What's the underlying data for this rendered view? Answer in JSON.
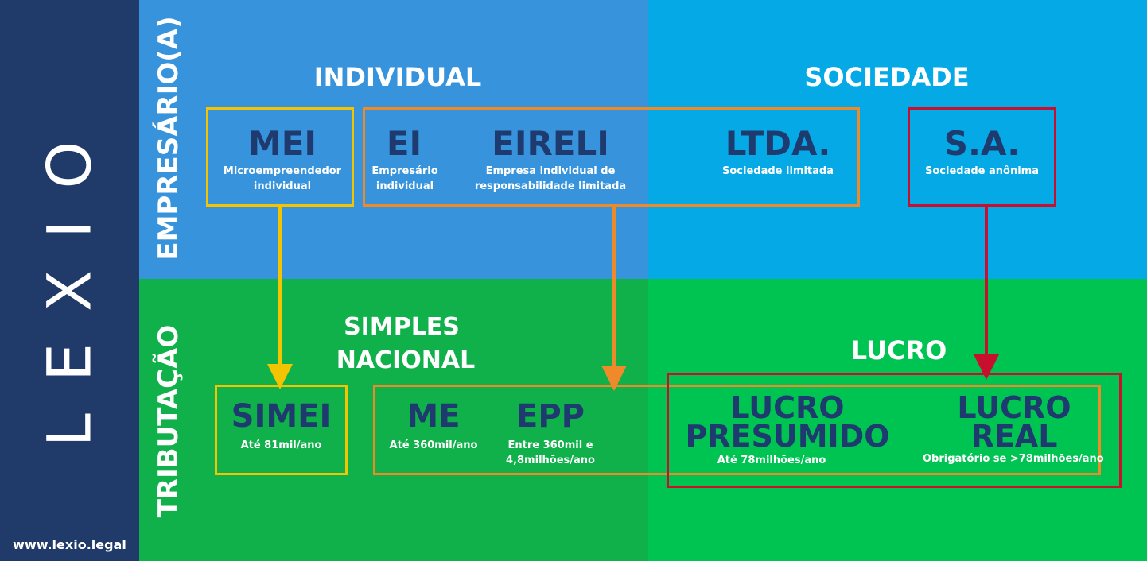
{
  "brand": {
    "name": "LEXIO",
    "url": "www.lexio.legal"
  },
  "rows": {
    "top": "EMPRESÁRIO(A)",
    "bottom": "TRIBUTAÇÃO"
  },
  "sections": {
    "individual": "INDIVIDUAL",
    "sociedade": "SOCIEDADE",
    "simples_line1": "SIMPLES",
    "simples_line2": "NACIONAL",
    "lucro": "LUCRO"
  },
  "entities": {
    "mei": {
      "title": "MEI",
      "desc1": "Microempreendedor",
      "desc2": "individual"
    },
    "ei": {
      "title": "EI",
      "desc1": "Empresário",
      "desc2": "individual"
    },
    "eireli": {
      "title": "EIRELI",
      "desc1": "Empresa individual de",
      "desc2": "responsabilidade limitada"
    },
    "ltda": {
      "title": "LTDA.",
      "desc1": "Sociedade limitada"
    },
    "sa": {
      "title": "S.A.",
      "desc1": "Sociedade anônima"
    }
  },
  "regimes": {
    "simei": {
      "title": "SIMEI",
      "desc1": "Até 81mil/ano"
    },
    "me": {
      "title": "ME",
      "desc1": "Até 360mil/ano"
    },
    "epp": {
      "title": "EPP",
      "desc1": "Entre 360mil e",
      "desc2": "4,8milhões/ano"
    },
    "presumido": {
      "title1": "LUCRO",
      "title2": "PRESUMIDO",
      "desc1": "Até 78milhões/ano"
    },
    "real": {
      "title1": "LUCRO",
      "title2": "REAL",
      "desc1": "Obrigatório se >78milhões/ano"
    }
  },
  "colors": {
    "sidebar": "#203a6a",
    "top_left": "#3794dc",
    "top_right": "#05a9e6",
    "bottom_left": "#10b14b",
    "bottom_right": "#00c452",
    "yellow": "#f5c400",
    "orange": "#ee8a2a",
    "red": "#c8102e",
    "title": "#1f3a6e"
  }
}
